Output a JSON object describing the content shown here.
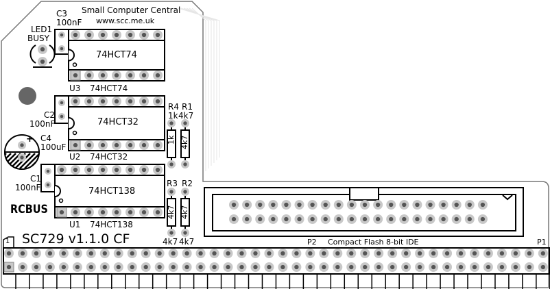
{
  "header": {
    "title": "Small Computer Central",
    "url": "www.scc.me.uk"
  },
  "components": {
    "c3": {
      "ref": "C3",
      "value": "100nF"
    },
    "c2": {
      "ref": "C2",
      "value": "100nF"
    },
    "c1": {
      "ref": "C1",
      "value": "100nF"
    },
    "c4": {
      "ref": "C4",
      "value": "100uF",
      "polarity": "+"
    },
    "led1": {
      "ref": "LED1",
      "label": "BUSY"
    },
    "u3": {
      "ref": "U3",
      "part": "74HCT74",
      "body": "74HCT74"
    },
    "u2": {
      "ref": "U2",
      "part": "74HCT32",
      "body": "74HCT32"
    },
    "u1": {
      "ref": "U1",
      "part": "74HCT138",
      "body": "74HCT138"
    },
    "r4": {
      "ref": "R4",
      "value": "1k",
      "body": "1k"
    },
    "r1": {
      "ref": "R1",
      "value": "4k7",
      "body": "4k7"
    },
    "r3": {
      "ref": "R3",
      "value": "4k7",
      "body": "4k7"
    },
    "r2": {
      "ref": "R2",
      "value": "4k7",
      "body": "4k7"
    },
    "p2": {
      "ref": "P2",
      "label": "Compact Flash 8-bit IDE"
    },
    "p1": {
      "ref": "P1"
    }
  },
  "board": {
    "name": "SC729 v1.1.0 CF",
    "logo": "RCBUS",
    "pin1": "1"
  },
  "colors": {
    "pad": "#c8c8c8",
    "drill": "#555555",
    "outline": "#000000",
    "trace": "#e6e6e6"
  }
}
